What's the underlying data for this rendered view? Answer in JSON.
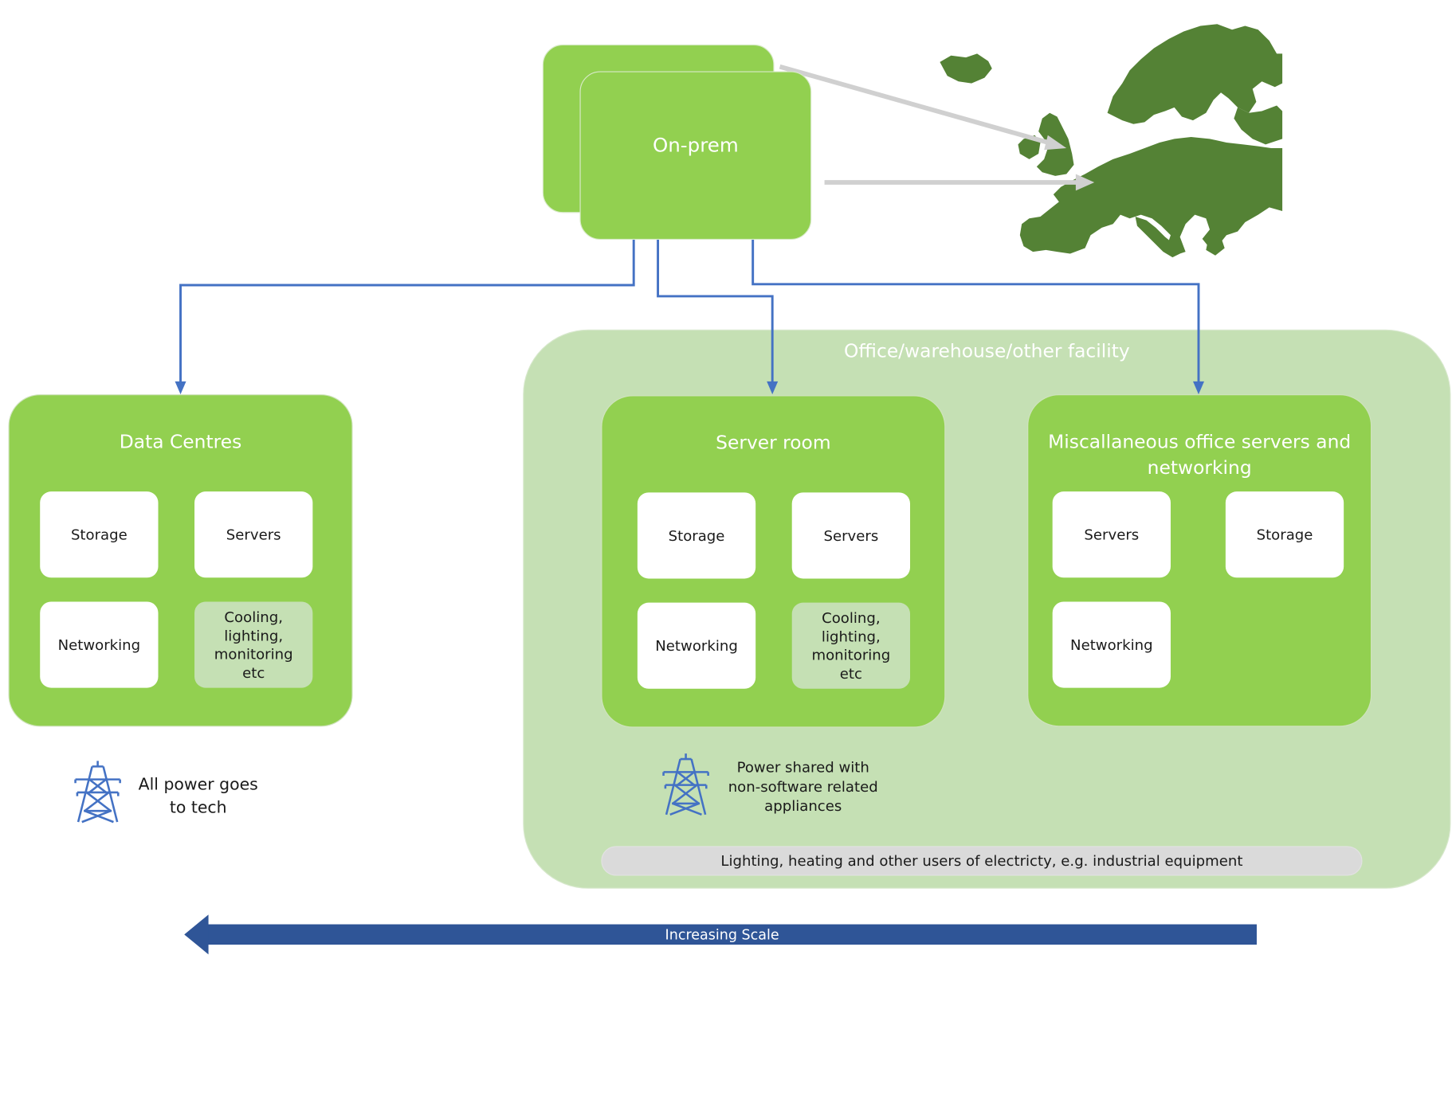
{
  "onprem": {
    "label": "On-prem"
  },
  "facility": {
    "title": "Office/warehouse/other facility"
  },
  "data_centres": {
    "title": "Data Centres",
    "tiles": [
      "Storage",
      "Servers",
      "Networking",
      "Cooling, lighting, monitoring etc"
    ]
  },
  "server_room": {
    "title": "Server room",
    "tiles": [
      "Storage",
      "Servers",
      "Networking",
      "Cooling, lighting, monitoring etc"
    ]
  },
  "misc": {
    "title": "Miscallaneous office servers and networking",
    "tiles": [
      "Servers",
      "Storage",
      "Networking"
    ]
  },
  "power_notes": {
    "datacentre": "All power goes to tech",
    "facility": "Power shared with non-software related appliances"
  },
  "shared_bar": "Lighting, heating and other users of electricty, e.g. industrial equipment",
  "scale_arrow": "Increasing Scale",
  "colors": {
    "box_green": "#92d050",
    "facility_green": "#c5e0b4",
    "map_green": "#548235",
    "connector_blue": "#4472c4",
    "scale_blue": "#2f5597",
    "icon_blue": "#4472c4",
    "arrow_grey": "#d0d0d0"
  }
}
